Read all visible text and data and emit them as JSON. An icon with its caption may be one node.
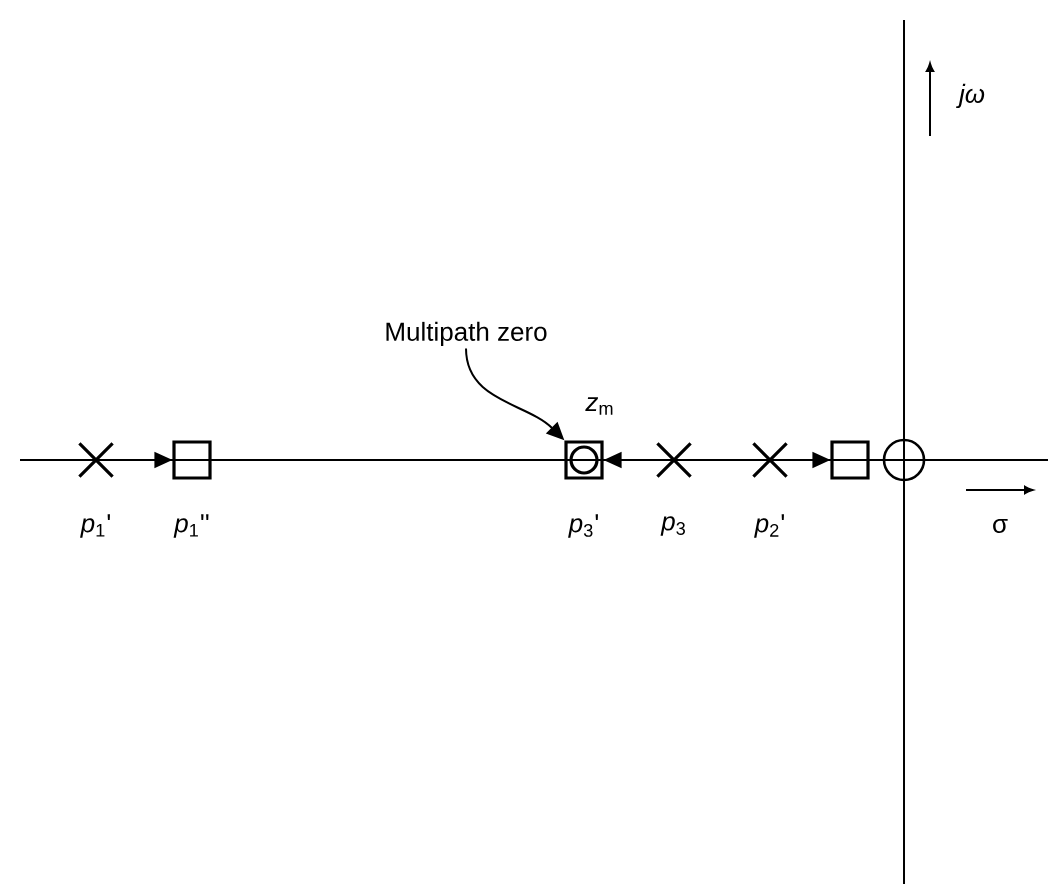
{
  "diagram": {
    "nodes": [
      {
        "text": [],
        "shape": "cross",
        "beside": [
          "*p*$_{1}$'"
        ]
      },
      {
        "text": [],
        "shape": "box",
        "beside": [
          "*p*$_{1}$''"
        ]
      },
      {
        "text": [],
        "shape": "box",
        "beside": [
          "*p*$_{3}$'",
          "*z*$_{m}$"
        ]
      },
      {
        "text": [],
        "shape": "cross",
        "beside": [
          "*p*$_{3}$"
        ]
      },
      {
        "text": [],
        "shape": "cross",
        "beside": [
          "*p*$_{2}$'"
        ]
      },
      {
        "text": [],
        "shape": "box"
      },
      {
        "text": [],
        "shape": "circle"
      },
      {
        "text": [
          "Multipath zero"
        ]
      }
    ],
    "edges": [
      {
        "from": 0,
        "to": 1,
        "arrow": "to"
      },
      {
        "from": 3,
        "to": 2,
        "arrow": "to"
      },
      {
        "from": 4,
        "to": 5,
        "arrow": "to"
      },
      {
        "from": 7,
        "to": 2,
        "arrow": "to"
      }
    ],
    "labels": [
      "σ",
      "jω"
    ]
  }
}
